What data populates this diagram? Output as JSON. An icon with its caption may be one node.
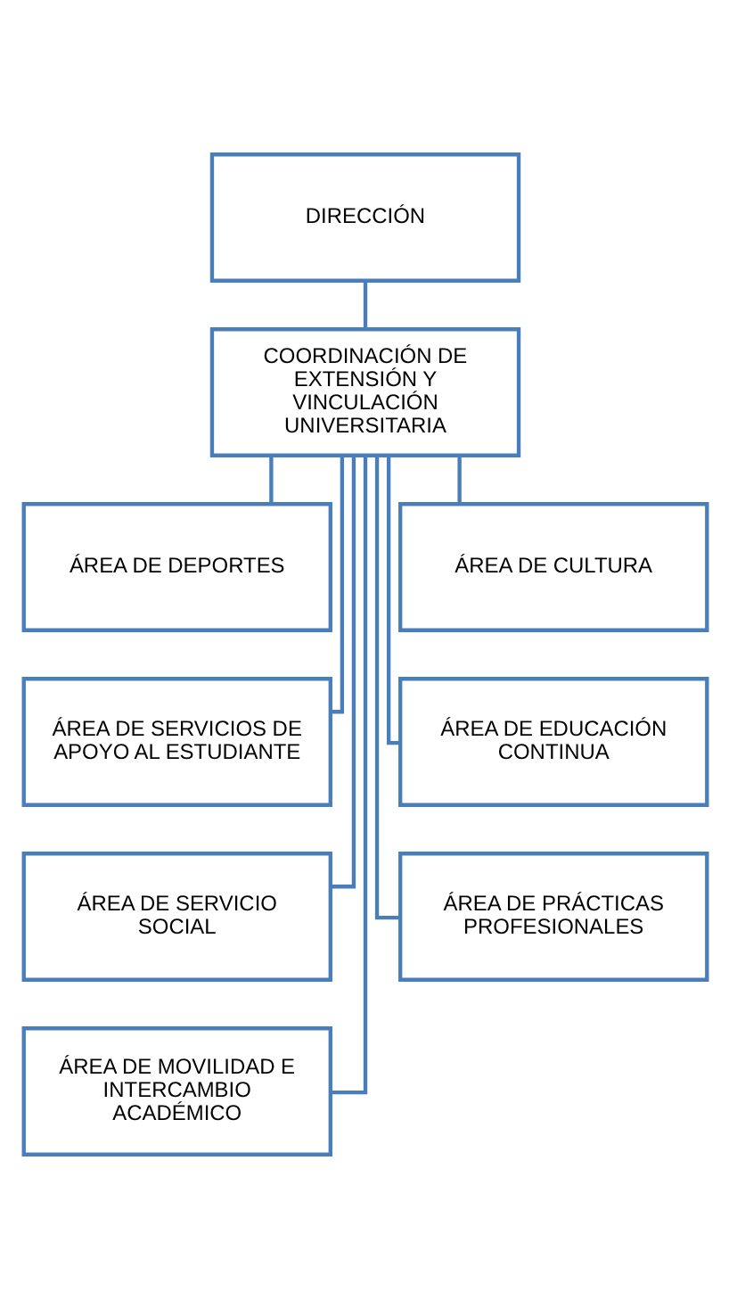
{
  "diagram": {
    "nodes": [
      {
        "text": [
          "DIRECCIÓN"
        ]
      },
      {
        "text": [
          "COORDINACIÓN DE EXTENSIÓN Y VINCULACIÓN UNIVERSITARIA"
        ]
      },
      {
        "text": [
          "ÁREA DE DEPORTES"
        ]
      },
      {
        "text": [
          "ÁREA DE CULTURA"
        ]
      },
      {
        "text": [
          "ÁREA DE SERVICIOS DE APOYO AL ESTUDIANTE"
        ]
      },
      {
        "text": [
          "ÁREA DE EDUCACIÓN CONTINUA"
        ]
      },
      {
        "text": [
          "ÁREA DE SERVICIO SOCIAL"
        ]
      },
      {
        "text": [
          "ÁREA DE PRÁCTICAS PROFESIONALES"
        ]
      },
      {
        "text": [
          "ÁREA DE MOVILIDAD E INTERCAMBIO ACADÉMICO"
        ]
      }
    ],
    "edges": [
      {
        "from": 0,
        "to": 1,
        "arrow": "none"
      },
      {
        "from": 1,
        "to": 2,
        "arrow": "none"
      },
      {
        "from": 1,
        "to": 3,
        "arrow": "none"
      },
      {
        "from": 1,
        "to": 4,
        "arrow": "none"
      },
      {
        "from": 1,
        "to": 5,
        "arrow": "none"
      },
      {
        "from": 1,
        "to": 6,
        "arrow": "none"
      },
      {
        "from": 1,
        "to": 7,
        "arrow": "none"
      },
      {
        "from": 1,
        "to": 8,
        "arrow": "none"
      }
    ]
  }
}
